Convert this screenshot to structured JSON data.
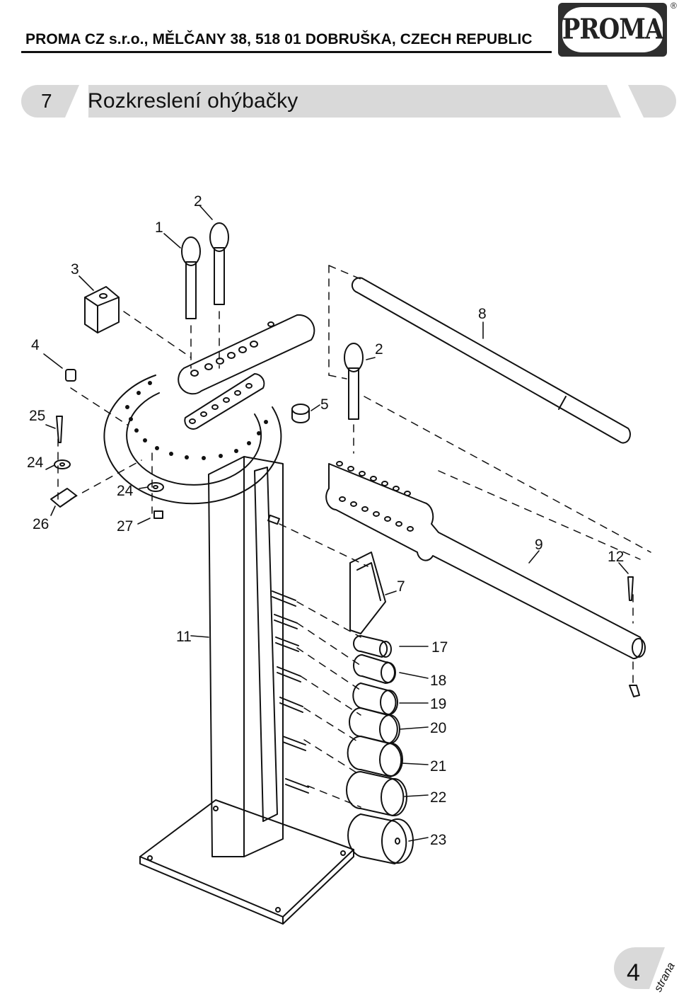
{
  "header": {
    "company": "PROMA CZ s.r.o., MĚLČANY 38, 518 01 DOBRUŠKA, CZECH REPUBLIC",
    "logo_text": "PROMA",
    "registered_mark": "®"
  },
  "section": {
    "number": "7",
    "title": "Rozkreslení ohýbačky"
  },
  "figure": {
    "callouts": [
      "1",
      "2",
      "2",
      "3",
      "4",
      "5",
      "7",
      "8",
      "9",
      "11",
      "12",
      "17",
      "18",
      "19",
      "20",
      "21",
      "22",
      "23",
      "24",
      "24",
      "25",
      "26",
      "27"
    ]
  },
  "footer": {
    "page_number": "4",
    "page_label": "strana"
  }
}
